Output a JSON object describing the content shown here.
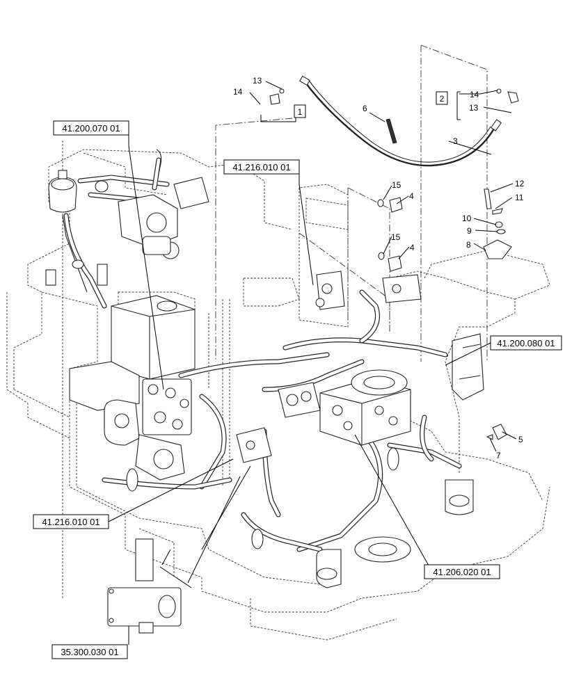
{
  "reference_labels": {
    "ref_top_left": "41.200.070 01",
    "ref_mid": "41.216.010 01",
    "ref_right": "41.200.080 01",
    "ref_lower_left": "41.216.010 01",
    "ref_lower_right": "41.206.020 01",
    "ref_bottom": "35.300.030 01"
  },
  "boxed_numbers": {
    "kit_1": "1",
    "kit_2": "2"
  },
  "callouts": {
    "c3": "3",
    "c4a": "4",
    "c4b": "4",
    "c5": "5",
    "c6": "6",
    "c7": "7",
    "c8": "8",
    "c9": "9",
    "c10": "10",
    "c11": "11",
    "c12": "12",
    "c13a": "13",
    "c13b": "13",
    "c14a": "14",
    "c14b": "14",
    "c15a": "15",
    "c15b": "15"
  }
}
